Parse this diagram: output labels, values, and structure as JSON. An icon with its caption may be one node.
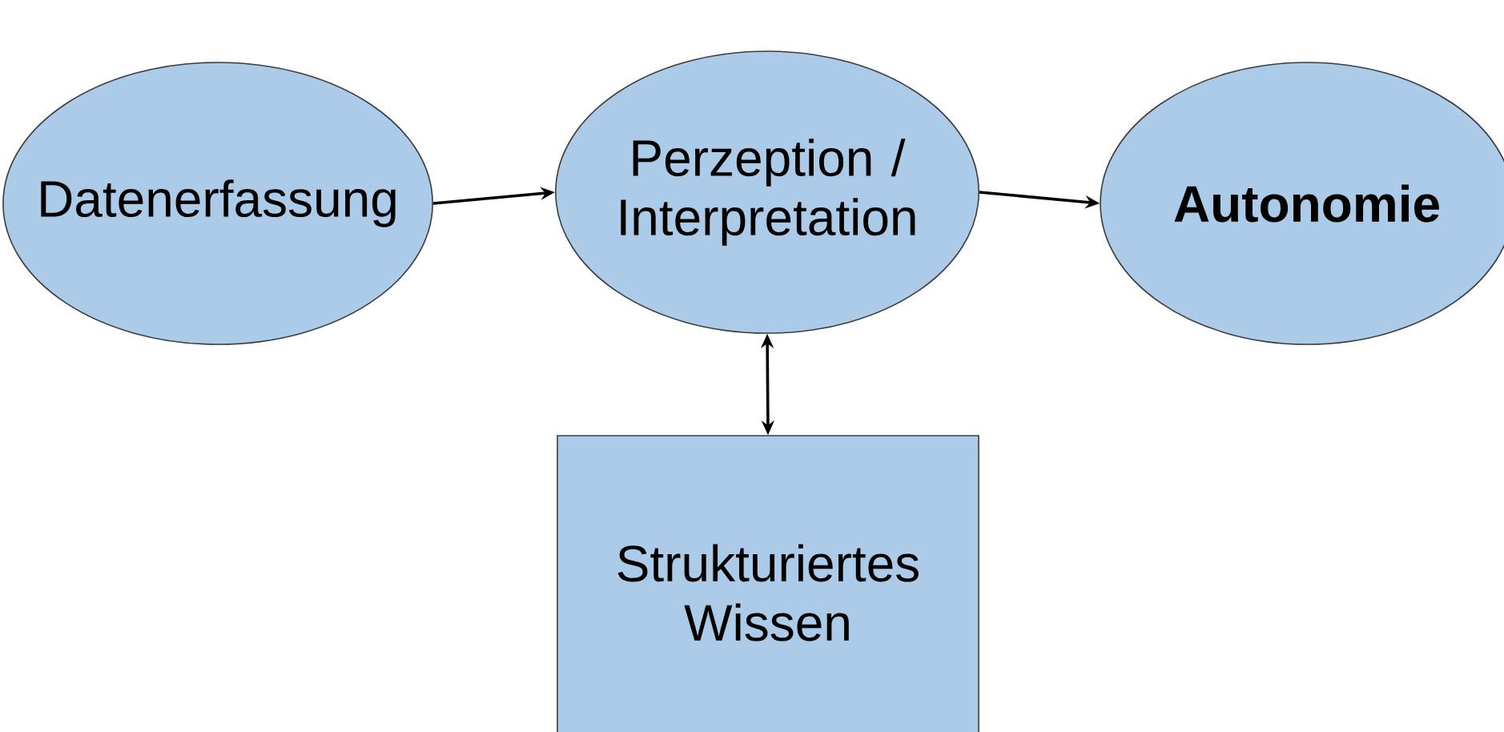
{
  "diagram": {
    "nodes": [
      {
        "text": [
          "Datenerfassung"
        ]
      },
      {
        "text": [
          "Perzeption / Interpretation"
        ]
      },
      {
        "text": [
          "Autonomie"
        ]
      },
      {
        "text": [
          "Strukturiertes Wissen"
        ]
      }
    ],
    "edges": [
      {
        "from": 0,
        "to": 1,
        "arrow": "to"
      },
      {
        "from": 1,
        "to": 2,
        "arrow": "to"
      },
      {
        "from": 1,
        "to": 3,
        "arrow": "both"
      }
    ]
  }
}
